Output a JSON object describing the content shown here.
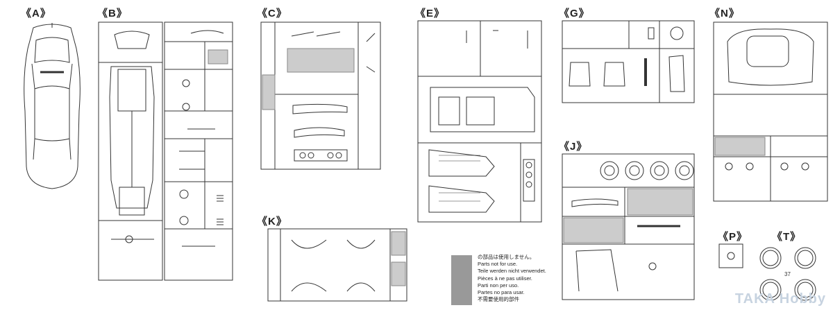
{
  "sprues": [
    {
      "key": "A",
      "label": "《A》"
    },
    {
      "key": "B",
      "label": "《B》"
    },
    {
      "key": "C",
      "label": "《C》"
    },
    {
      "key": "E",
      "label": "《E》"
    },
    {
      "key": "G",
      "label": "《G》"
    },
    {
      "key": "N",
      "label": "《N》"
    },
    {
      "key": "J",
      "label": "《J》"
    },
    {
      "key": "K",
      "label": "《K》"
    },
    {
      "key": "P",
      "label": "《P》"
    },
    {
      "key": "T",
      "label": "《T》"
    }
  ],
  "legend": {
    "lines": [
      "の部品は使用しません。",
      "Parts not for use.",
      "Teile werden nicht verwendet.",
      "Pièces à ne pas utiliser.",
      "Parti non per uso.",
      "Partes no para usar.",
      "不需要使用的部件"
    ],
    "swatch_color": "#999999"
  },
  "watermark": "TAKA Hobby",
  "tire_count": "37"
}
